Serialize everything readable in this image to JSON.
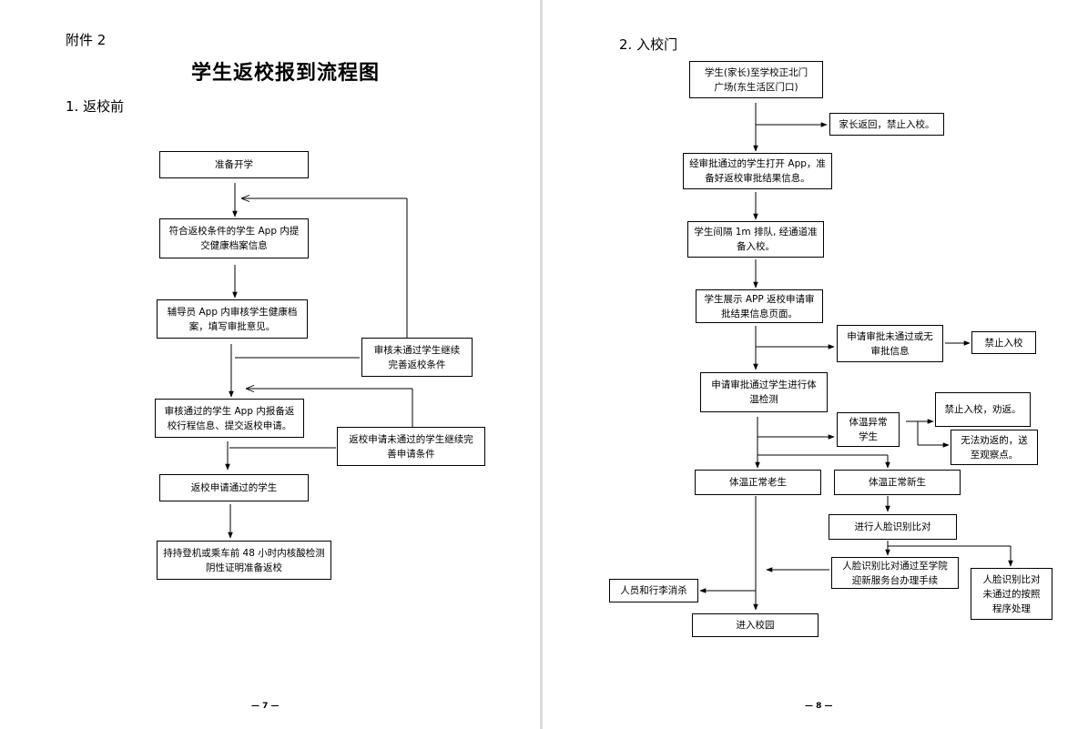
{
  "left_page": {
    "annex_label": "附件 2",
    "title": "学生返校报到流程图",
    "section_heading": "1. 返校前",
    "page_number": "— 7 —",
    "boxes": {
      "prepare": "准备开学",
      "submit_health": "符合返校条件的学生 App 内提\n交健康档案信息",
      "counselor_review": "辅导员 App 内审核学生健康档\n案，填写审批意见。",
      "review_failed": "审核未通过学生继续\n完善返校条件",
      "report_itinerary": "审核通过的学生 App 内报备返\n校行程信息、提交返校申请。",
      "application_failed": "返校申请未通过的学生继续完\n善申请条件",
      "application_passed": "返校申请通过的学生",
      "nucleic_test": "持持登机或乘车前 48 小时内核酸检测\n阴性证明准备返校"
    }
  },
  "right_page": {
    "section_heading": "2. 入校门",
    "page_number": "— 8 —",
    "boxes": {
      "arrive_gate": "学生(家长)至学校正北门\n广场(东生活区门口)",
      "parent_return": "家长返回，禁止入校。",
      "open_app": "经审批通过的学生打开 App，准\n备好返校审批结果信息。",
      "queue": "学生间隔 1m 排队, 经通道准\n备入校。",
      "show_app": "学生展示 APP 返校申请审\n批结果信息页面。",
      "not_approved": "申请审批未通过或无\n审批信息",
      "no_entry": "禁止入校",
      "temp_check": "申请审批通过学生进行体\n温检测",
      "temp_abnormal": "体温异常\n学生",
      "no_entry_persuade": "禁止入校，劝返。",
      "send_observation": "无法劝返的，送\n至观察点。",
      "normal_old": "体温正常老生",
      "normal_new": "体温正常新生",
      "face_compare": "进行人脸识别比对",
      "face_pass": "人脸识别比对通过至学院\n迎新服务台办理手续",
      "face_fail": "人脸识别比对\n未通过的按照\n程序处理",
      "disinfect": "人员和行李消杀",
      "enter_campus": "进入校园"
    }
  }
}
